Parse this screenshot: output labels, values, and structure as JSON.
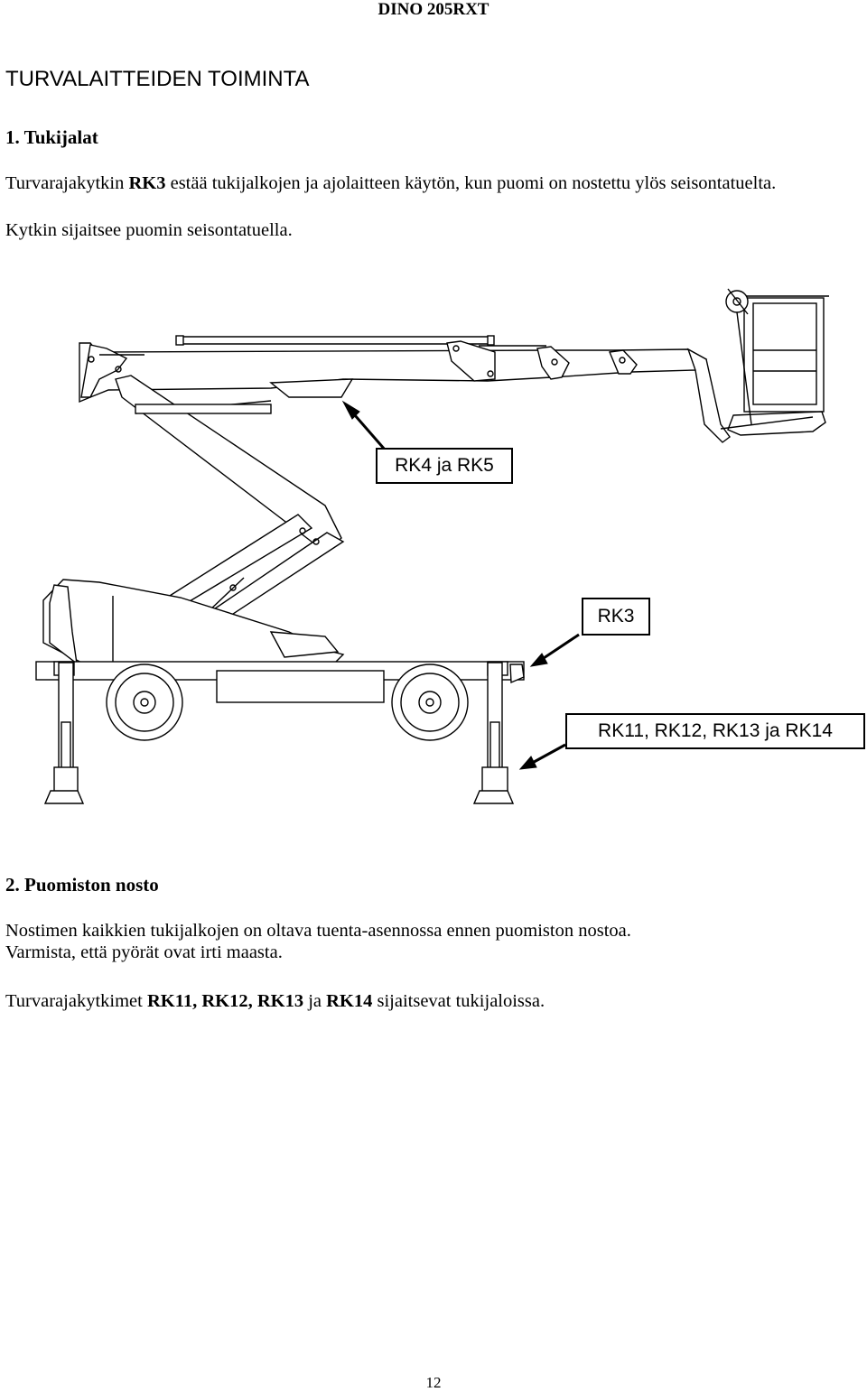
{
  "header": {
    "model": "DINO 205RXT"
  },
  "page_title": "TURVALAITTEIDEN TOIMINTA",
  "section1": {
    "heading": "1. Tukijalat",
    "line1": {
      "before": "Turvarajakytkin ",
      "bold": "RK3",
      "after": " estää tukijalkojen ja ajolaitteen käytön, kun puomi on nostettu ylös seisontatuelta."
    },
    "line2": "Kytkin sijaitsee puomin seisontatuella."
  },
  "figure": {
    "labels": {
      "rk4_rk5": "RK4 ja RK5",
      "rk3": "RK3",
      "rk11_14": "RK11, RK12, RK13 ja RK14"
    }
  },
  "section2": {
    "heading": "2. Puomiston nosto",
    "line1": "Nostimen kaikkien tukijalkojen on oltava tuenta-asennossa ennen puomiston nostoa.",
    "line2": "Varmista, että pyörät ovat irti maasta.",
    "line3": {
      "t1": "Turvarajakytkimet ",
      "b1": "RK11, RK12, RK13",
      "t2": " ja ",
      "b2": "RK14",
      "t3": " sijaitsevat tukijaloissa."
    }
  },
  "footer": {
    "page_number": "12"
  }
}
